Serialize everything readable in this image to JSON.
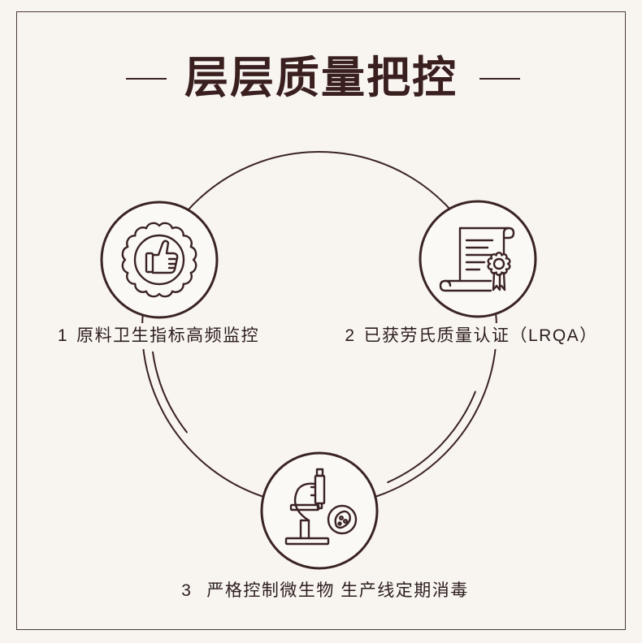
{
  "title": "层层质量把控",
  "steps": [
    {
      "num": "1",
      "text": "原料卫生指标高频监控",
      "icon": "thumbs-up-badge-icon"
    },
    {
      "num": "2",
      "text": "已获劳氏质量认证（LRQA）",
      "icon": "certificate-icon"
    },
    {
      "num": "3",
      "text": "严格控制微生物 生产线定期消毒",
      "icon": "microscope-icon"
    }
  ],
  "colors": {
    "background": "#f8f5f1",
    "ink": "#3a2323",
    "circle_fill": "#fbf9f6"
  }
}
